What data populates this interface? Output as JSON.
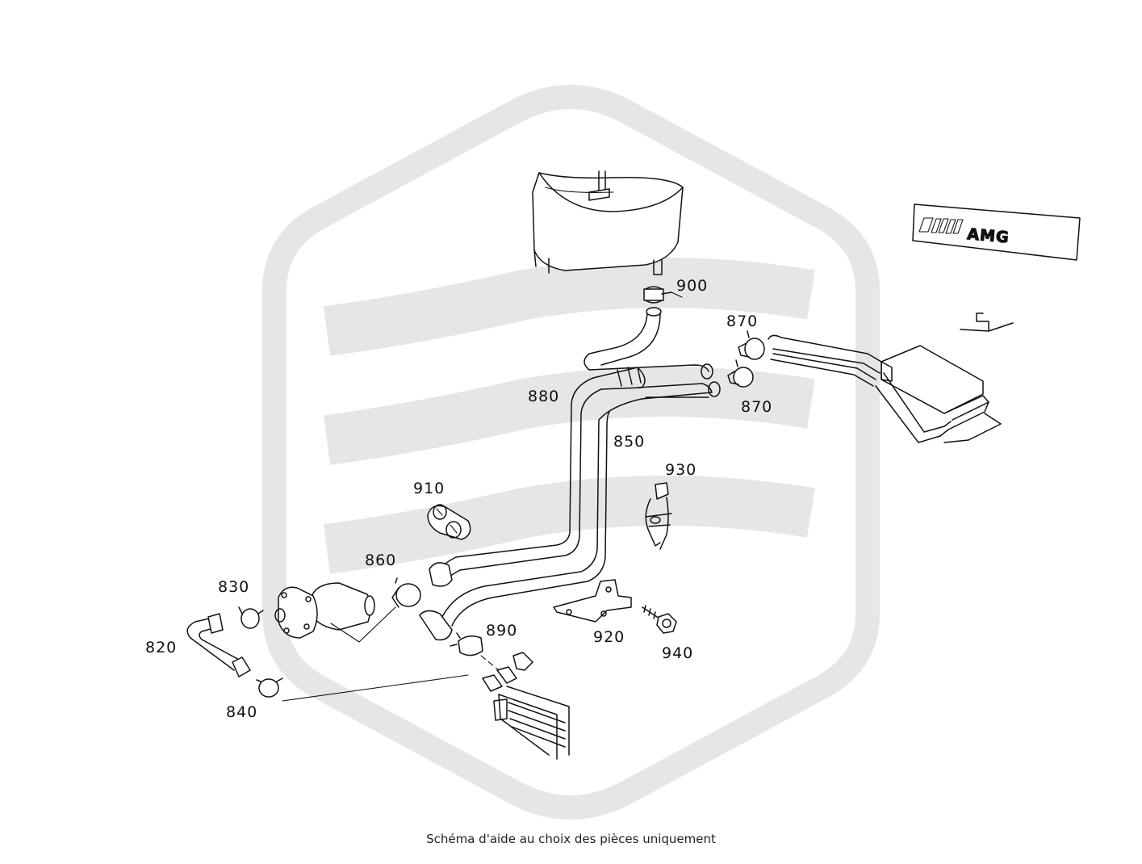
{
  "diagram": {
    "brand_badge": "AMG",
    "callouts": {
      "p820": "820",
      "p830": "830",
      "p840": "840",
      "p850": "850",
      "p860": "860",
      "p870_top": "870",
      "p870_bottom": "870",
      "p880": "880",
      "p890": "890",
      "p900": "900",
      "p910": "910",
      "p920": "920",
      "p930": "930",
      "p940": "940"
    }
  },
  "caption": "Schéma d'aide au choix des pièces uniquement",
  "colors": {
    "line": "#111111",
    "watermark": "#e6e6e6",
    "background": "#ffffff"
  }
}
